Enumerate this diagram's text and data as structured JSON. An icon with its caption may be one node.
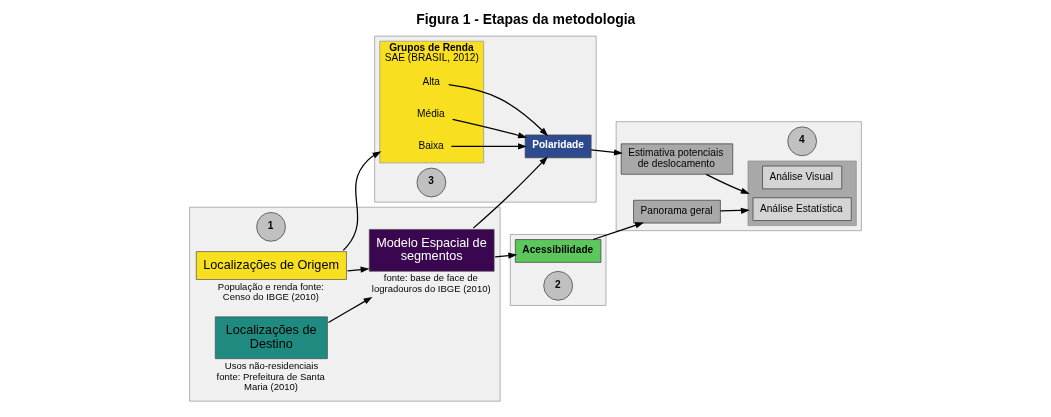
{
  "diagram": {
    "title": "Figura 1 - Etapas da metodologia",
    "nodes": [
      {
        "text": [],
        "shape": "box"
      },
      {
        "text": [
          "1"
        ],
        "in": 0
      },
      {
        "text": [
          "Localizações de Origem"
        ],
        "in": 0,
        "beside": [
          "População e renda fonte: Censo do IBGE (2010)"
        ]
      },
      {
        "text": [
          "Localizações de Destino"
        ],
        "in": 0,
        "beside": [
          "Usos não-residenciais fonte: Prefeitura de Santa Maria (2010)"
        ]
      },
      {
        "text": [
          "Modelo Espacial de segmentos"
        ],
        "in": 0,
        "beside": [
          "fonte: base de face de logradouros do IBGE (2010)"
        ]
      },
      {
        "text": [],
        "shape": "box"
      },
      {
        "text": [
          "3"
        ],
        "in": 5
      },
      {
        "text": [
          "Grupos de Renda",
          "SAE (BRASIL, 2012)"
        ],
        "in": 5
      },
      {
        "text": [
          "Alta"
        ],
        "in": 7
      },
      {
        "text": [
          "Média"
        ],
        "in": 7
      },
      {
        "text": [
          "Baixa"
        ],
        "in": 7
      },
      {
        "text": [
          "Polaridade"
        ],
        "in": 5
      },
      {
        "text": [],
        "shape": "box"
      },
      {
        "text": [
          "Acessibilidade"
        ],
        "in": 12
      },
      {
        "text": [
          "2"
        ],
        "in": 12
      },
      {
        "text": [],
        "shape": "box"
      },
      {
        "text": [
          "4"
        ],
        "in": 15
      },
      {
        "text": [],
        "shape": "box",
        "in": 15
      },
      {
        "text": [
          "Análise Visual"
        ],
        "in": 17
      },
      {
        "text": [
          "Análise Estatística"
        ],
        "in": 17
      },
      {
        "text": [
          "Estimativa potenciais de deslocamento"
        ],
        "in": 15
      },
      {
        "text": [
          "Panorama geral"
        ],
        "in": 15
      }
    ],
    "edges": [
      {
        "from": 2,
        "to": 7,
        "arrow": "to"
      },
      {
        "from": 2,
        "to": 4,
        "arrow": "to"
      },
      {
        "from": 3,
        "to": 4,
        "arrow": "to"
      },
      {
        "from": 4,
        "to": 11,
        "arrow": "to"
      },
      {
        "from": 4,
        "to": 13,
        "arrow": "to"
      },
      {
        "from": 8,
        "to": 11,
        "arrow": "to"
      },
      {
        "from": 9,
        "to": 11,
        "arrow": "to"
      },
      {
        "from": 10,
        "to": 11,
        "arrow": "to"
      },
      {
        "from": 11,
        "to": 20,
        "arrow": "to"
      },
      {
        "from": 13,
        "to": 21,
        "arrow": "to"
      },
      {
        "from": 20,
        "to": 17,
        "arrow": "to"
      },
      {
        "from": 21,
        "to": 17,
        "arrow": "to"
      }
    ]
  }
}
